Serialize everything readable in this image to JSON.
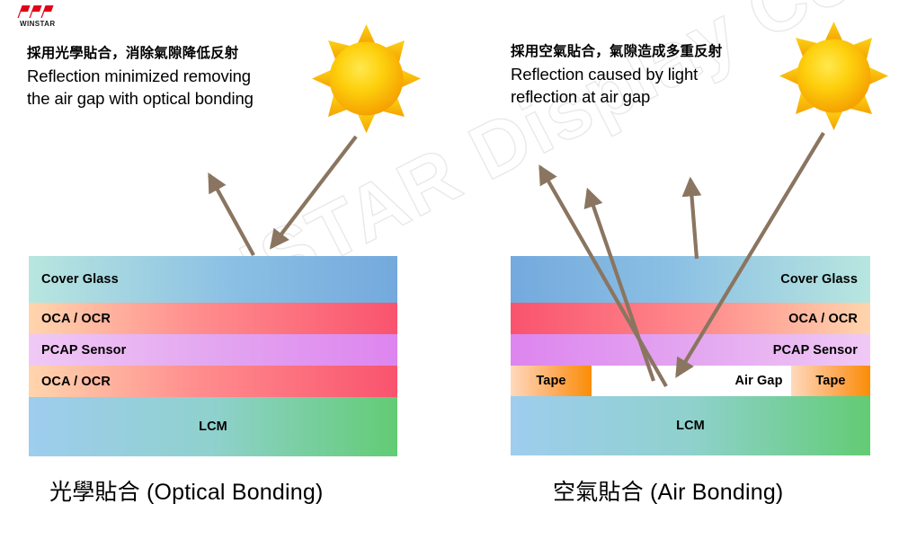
{
  "brand": {
    "logo_text": "WINSTAR",
    "watermark": "WINSTAR Display Co.,Ltd."
  },
  "colors": {
    "logo_red": "#e2001a",
    "arrow": "#8a7560",
    "sun_core": "#ffe23c",
    "sun_edge": "#f5a201",
    "cover_glass": "#8bc0e4",
    "oca_ocr": "#ff8e8e",
    "pcap_sensor": "#e3a6f0",
    "tape": "#f98d05",
    "air_gap": "#ffffff",
    "lcm": "#8fd1cd"
  },
  "left_panel": {
    "heading_cn": "採用光學貼合，消除氣隙降低反射",
    "heading_en_line1": "Reflection minimized removing",
    "heading_en_line2": "the air gap with optical bonding",
    "caption": "光學貼合 (Optical Bonding)",
    "layers": [
      {
        "label": "Cover Glass"
      },
      {
        "label": "OCA / OCR"
      },
      {
        "label": "PCAP Sensor"
      },
      {
        "label": "OCA / OCR"
      },
      {
        "label": "LCM"
      }
    ]
  },
  "right_panel": {
    "heading_cn": "採用空氣貼合，氣隙造成多重反射",
    "heading_en_line1": "Reflection caused by light",
    "heading_en_line2": "reflection at air gap",
    "caption": "空氣貼合 (Air Bonding)",
    "layers": [
      {
        "label": "Cover Glass"
      },
      {
        "label": "OCA / OCR"
      },
      {
        "label": "PCAP Sensor"
      }
    ],
    "gap_row": {
      "tape_left": "Tape",
      "air_gap": "Air Gap",
      "tape_right": "Tape"
    },
    "lcm": {
      "label": "LCM"
    }
  }
}
